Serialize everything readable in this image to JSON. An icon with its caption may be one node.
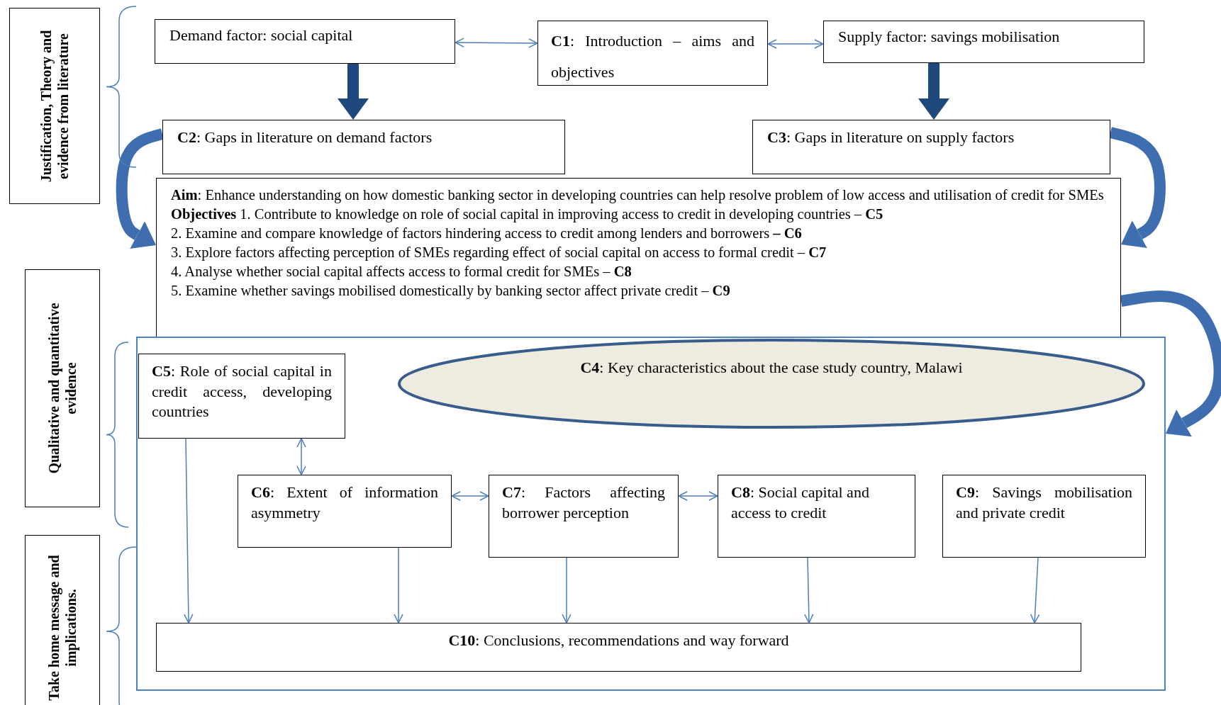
{
  "diagram": {
    "nodes": [
      {
        "text": [
          "Justification, Theory and evidence from literature"
        ]
      },
      {
        "text": [
          "Qualitative and quantitative evidence"
        ]
      },
      {
        "text": [
          "Take home message and implications."
        ]
      },
      {
        "text": [
          "Demand factor: social capital"
        ]
      },
      {
        "text": [
          "**C1**: Introduction – aims and objectives"
        ]
      },
      {
        "text": [
          "Supply factor: savings mobilisation"
        ]
      },
      {
        "text": [
          "**C2**: Gaps in literature on demand factors"
        ]
      },
      {
        "text": [
          "**C3**: Gaps in literature on supply factors"
        ]
      },
      {
        "text": [
          "**Aim**: Enhance understanding on how domestic banking sector in developing countries can help resolve problem of low access and utilisation of credit for SMEs",
          "**Objectives** 1. Contribute to knowledge on role of social capital in improving access to credit in developing countries – **C5**",
          "2. Examine and compare knowledge of factors hindering access to credit among lenders and borrowers **– C6**",
          "3. Explore factors affecting perception of SMEs regarding effect of social capital on access to formal credit – **C7**",
          "4. Analyse whether social capital affects access to formal credit for SMEs – **C8**",
          "5. Examine whether savings mobilised domestically by banking sector affect private credit – **C9**"
        ]
      },
      {
        "text": [],
        "shape": "box"
      },
      {
        "text": [
          "**C5**: Role of social capital in credit access, developing countries"
        ],
        "in": 9
      },
      {
        "text": [
          "**C4**: Key characteristics about the case study country, Malawi"
        ],
        "in": 9
      },
      {
        "text": [
          "**C6**: Extent of information asymmetry"
        ],
        "in": 9
      },
      {
        "text": [
          "**C7**: Factors affecting borrower perception"
        ],
        "in": 9
      },
      {
        "text": [
          "**C8**: Social capital and access to credit"
        ],
        "in": 9
      },
      {
        "text": [
          "**C9**: Savings mobilisation and private credit"
        ],
        "in": 9
      },
      {
        "text": [
          "**C10**: Conclusions, recommendations and way forward"
        ],
        "in": 9
      }
    ],
    "edges": [
      {
        "from": 3,
        "to": 4,
        "arrow": "both"
      },
      {
        "from": 4,
        "to": 5,
        "arrow": "both"
      },
      {
        "from": 3,
        "to": 6,
        "arrow": "to",
        "style": "thick",
        "color": "#1f497d"
      },
      {
        "from": 5,
        "to": 7,
        "arrow": "to",
        "style": "thick",
        "color": "#1f497d"
      },
      {
        "from": 6,
        "to": 8,
        "arrow": "to",
        "style": "thick",
        "color": "#3e6db0"
      },
      {
        "from": 7,
        "to": 8,
        "arrow": "to",
        "style": "thick",
        "color": "#3e6db0"
      },
      {
        "from": 8,
        "to": 9,
        "arrow": "to",
        "style": "thick",
        "color": "#3e6db0"
      },
      {
        "from": 10,
        "to": 12,
        "arrow": "both"
      },
      {
        "from": 12,
        "to": 13,
        "arrow": "both"
      },
      {
        "from": 13,
        "to": 14,
        "arrow": "both"
      },
      {
        "from": 10,
        "to": 16,
        "arrow": "to"
      },
      {
        "from": 12,
        "to": 16,
        "arrow": "to"
      },
      {
        "from": 13,
        "to": 16,
        "arrow": "to"
      },
      {
        "from": 14,
        "to": 16,
        "arrow": "to"
      },
      {
        "from": 15,
        "to": 16,
        "arrow": "to"
      }
    ]
  }
}
